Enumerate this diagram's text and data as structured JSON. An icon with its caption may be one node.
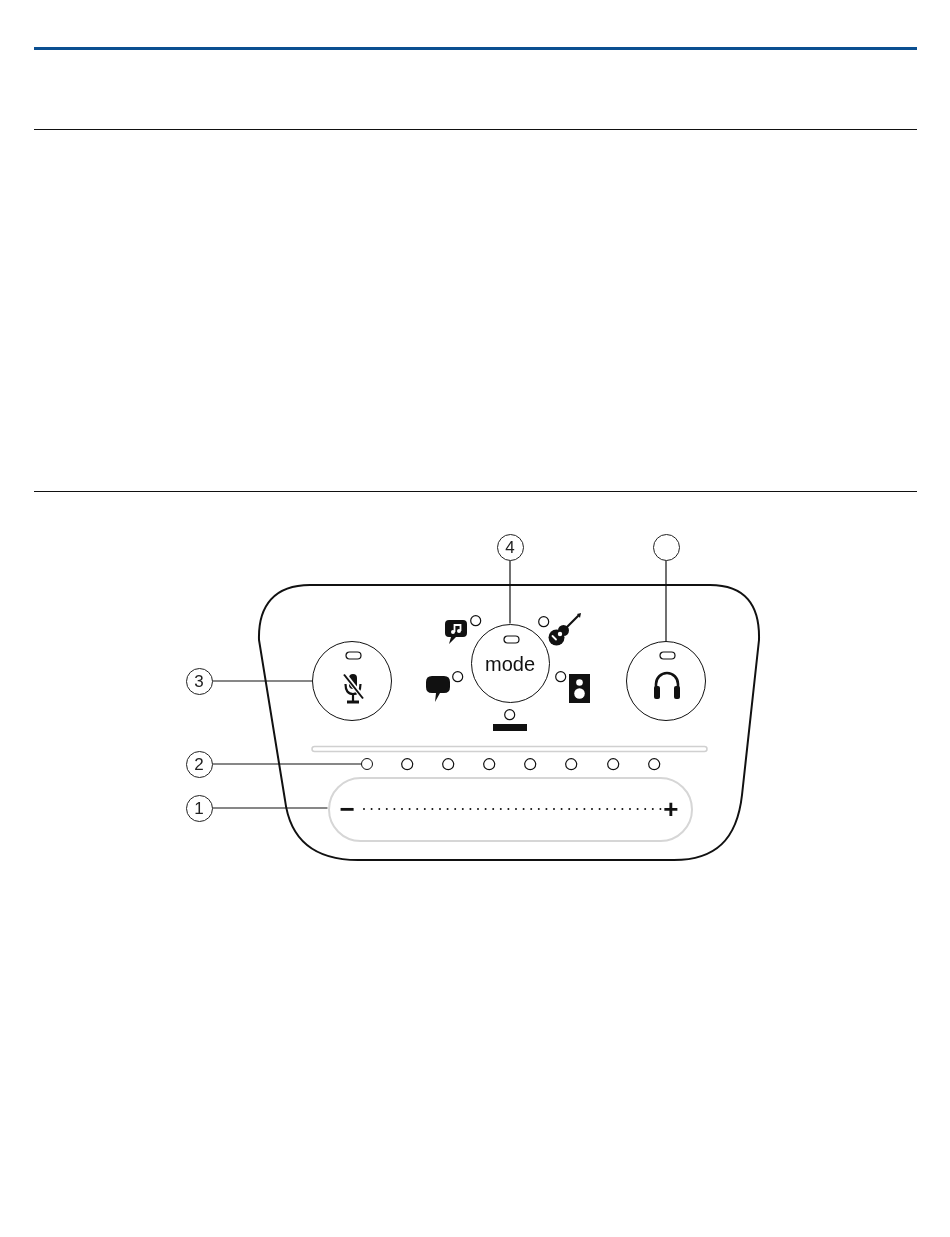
{
  "diagram": {
    "nodes": [
      {
        "text": [
          "4"
        ]
      },
      {
        "text": [],
        "shape": "circle"
      },
      {
        "text": [
          "mode"
        ]
      },
      {
        "text": [],
        "shape": "circle"
      },
      {
        "text": [
          "3"
        ]
      },
      {
        "text": [],
        "shape": "circle"
      },
      {
        "text": [
          "2"
        ]
      },
      {
        "text": [],
        "shape": "circle"
      },
      {
        "text": [
          "1"
        ]
      },
      {
        "text": [
          "−",
          "+"
        ]
      }
    ],
    "edges": [
      {
        "from": 0,
        "to": 2,
        "arrow": "none"
      },
      {
        "from": 1,
        "to": 3,
        "arrow": "none"
      },
      {
        "from": 4,
        "to": 5,
        "arrow": "none"
      },
      {
        "from": 6,
        "to": 7,
        "arrow": "none"
      },
      {
        "from": 8,
        "to": 9,
        "arrow": "none"
      }
    ]
  }
}
